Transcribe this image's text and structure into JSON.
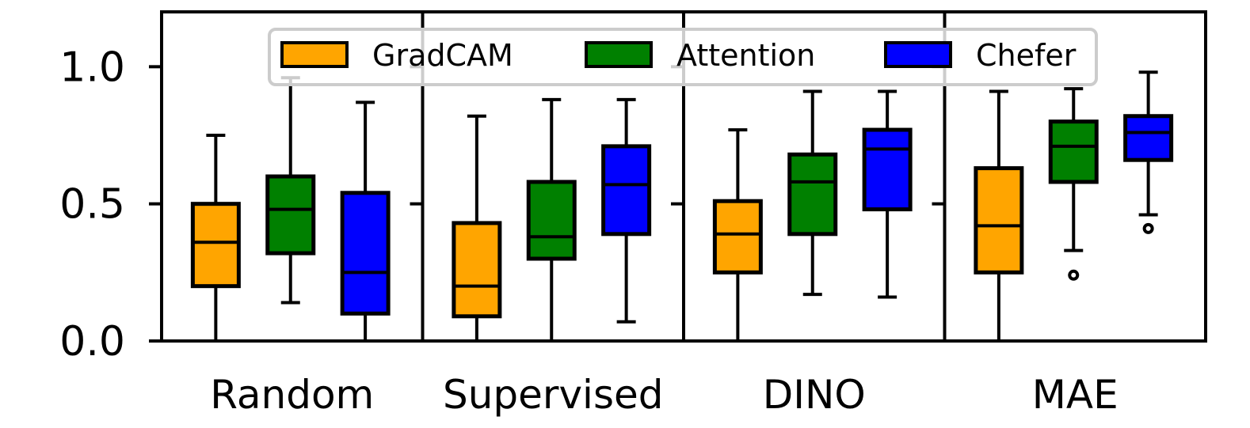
{
  "chart_data": {
    "type": "box",
    "title": "",
    "xlabel": "",
    "ylabel": "",
    "ylim": [
      0,
      1.2
    ],
    "yticks": [
      0.0,
      0.5,
      1.0
    ],
    "ytick_labels": [
      "0.0",
      "0.5",
      "1.0"
    ],
    "legend_position": "top-center",
    "categories": [
      "Random",
      "Supervised",
      "DINO",
      "MAE"
    ],
    "series": [
      {
        "name": "GradCAM",
        "color": "#FFA500",
        "boxes": [
          {
            "whislo": 0.0,
            "q1": 0.2,
            "med": 0.36,
            "q3": 0.5,
            "whishi": 0.75,
            "fliers": []
          },
          {
            "whislo": 0.0,
            "q1": 0.09,
            "med": 0.2,
            "q3": 0.43,
            "whishi": 0.82,
            "fliers": []
          },
          {
            "whislo": 0.0,
            "q1": 0.25,
            "med": 0.39,
            "q3": 0.51,
            "whishi": 0.77,
            "fliers": []
          },
          {
            "whislo": 0.0,
            "q1": 0.25,
            "med": 0.42,
            "q3": 0.63,
            "whishi": 0.91,
            "fliers": []
          }
        ]
      },
      {
        "name": "Attention",
        "color": "#008000",
        "boxes": [
          {
            "whislo": 0.14,
            "q1": 0.32,
            "med": 0.48,
            "q3": 0.6,
            "whishi": 0.96,
            "fliers": []
          },
          {
            "whislo": 0.0,
            "q1": 0.3,
            "med": 0.38,
            "q3": 0.58,
            "whishi": 0.88,
            "fliers": []
          },
          {
            "whislo": 0.17,
            "q1": 0.39,
            "med": 0.58,
            "q3": 0.68,
            "whishi": 0.91,
            "fliers": []
          },
          {
            "whislo": 0.33,
            "q1": 0.58,
            "med": 0.71,
            "q3": 0.8,
            "whishi": 0.92,
            "fliers": [
              0.24
            ]
          }
        ]
      },
      {
        "name": "Chefer",
        "color": "#0000FF",
        "boxes": [
          {
            "whislo": 0.0,
            "q1": 0.1,
            "med": 0.25,
            "q3": 0.54,
            "whishi": 0.87,
            "fliers": []
          },
          {
            "whislo": 0.07,
            "q1": 0.39,
            "med": 0.57,
            "q3": 0.71,
            "whishi": 0.88,
            "fliers": []
          },
          {
            "whislo": 0.16,
            "q1": 0.48,
            "med": 0.7,
            "q3": 0.77,
            "whishi": 0.91,
            "fliers": []
          },
          {
            "whislo": 0.46,
            "q1": 0.66,
            "med": 0.76,
            "q3": 0.82,
            "whishi": 0.98,
            "fliers": [
              0.41
            ]
          }
        ]
      }
    ]
  }
}
